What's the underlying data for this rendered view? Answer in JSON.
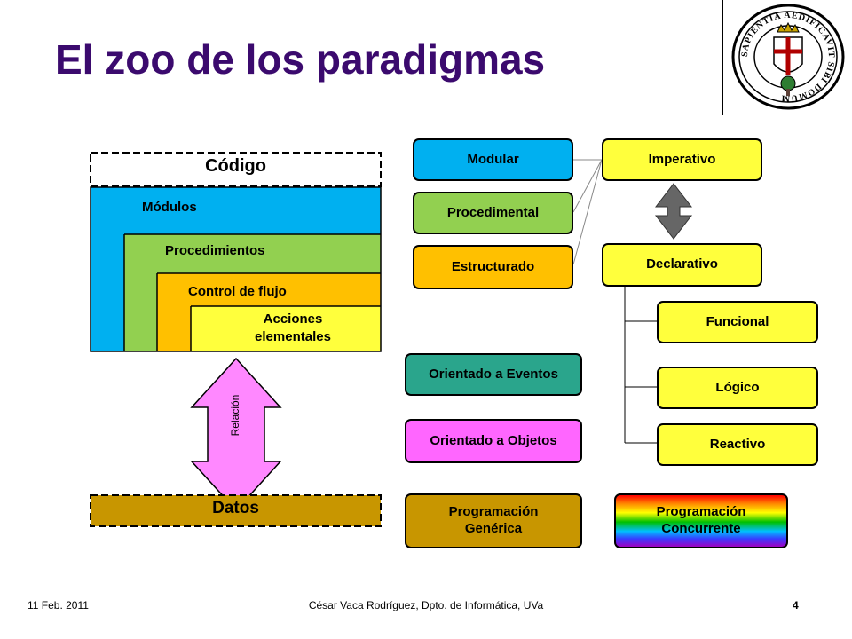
{
  "slide": {
    "title": "El zoo de los paradigmas",
    "footer_date": "11 Feb. 2011",
    "footer_author": "César Vaca Rodríguez, Dpto. de Informática, UVa",
    "page_number": "4"
  },
  "seal": {
    "motto_text": "SAPIENTIA AEDIFICAVIT SIBI DOMUM"
  },
  "stack": {
    "codigo": "Código",
    "modulos": "Módulos",
    "procedimientos": "Procedimientos",
    "control_flujo": "Control de flujo",
    "acciones": "Acciones elementales",
    "relacion": "Relación",
    "datos": "Datos"
  },
  "paradigms": {
    "modular": "Modular",
    "procedimental": "Procedimental",
    "estructurado": "Estructurado",
    "imperativo": "Imperativo",
    "declarativo": "Declarativo",
    "funcional": "Funcional",
    "logico": "Lógico",
    "reactivo": "Reactivo",
    "eventos": "Orientado a Eventos",
    "objetos": "Orientado a Objetos",
    "generica": "Programación Genérica",
    "concurrente": "Programación Concurrente"
  },
  "colors": {
    "title": "#3b0a6e",
    "blue": "#00b0f0",
    "green": "#92d050",
    "orange": "#ffc000",
    "yellow": "#ffff3c",
    "teal": "#2aa58c",
    "magenta": "#ff66ff",
    "gold": "#c89600",
    "gray_arrow": "#666666"
  }
}
